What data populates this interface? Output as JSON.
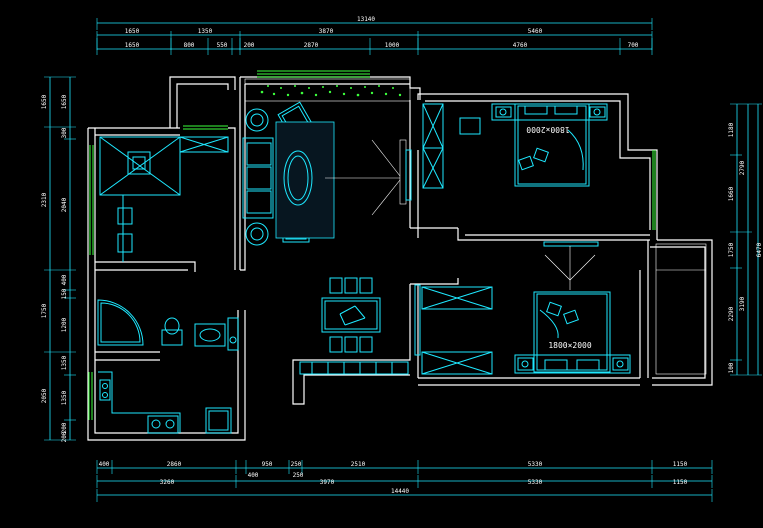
{
  "dimensions": {
    "top_total": "13140",
    "top_mid": [
      "1650",
      "1350",
      "3870",
      "5460"
    ],
    "top_inner": [
      "1650",
      "800",
      "550",
      "200",
      "2870",
      "1000",
      "4760",
      "700"
    ],
    "bottom_inner": [
      "400",
      "2860",
      "950",
      "250",
      "2510",
      "5330",
      "1150"
    ],
    "bottom_mid": [
      "3260",
      "3970",
      "5330",
      "1150"
    ],
    "bottom_small": [
      "400",
      "250"
    ],
    "bottom_total": "14440",
    "left_outer": [
      "1650",
      "2310",
      "1750",
      "2050"
    ],
    "left_inner": [
      "1650",
      "300",
      "2040",
      "400",
      "150",
      "1200",
      "1350",
      "1350",
      "200",
      "200"
    ],
    "right_outer": [
      "6470"
    ],
    "right_mid": [
      "2790",
      "3190"
    ],
    "right_inner": [
      "1180",
      "1660",
      "1750",
      "2290",
      "100"
    ]
  },
  "bed_labels": {
    "master": "1800×2000",
    "second": "1800×2000"
  }
}
